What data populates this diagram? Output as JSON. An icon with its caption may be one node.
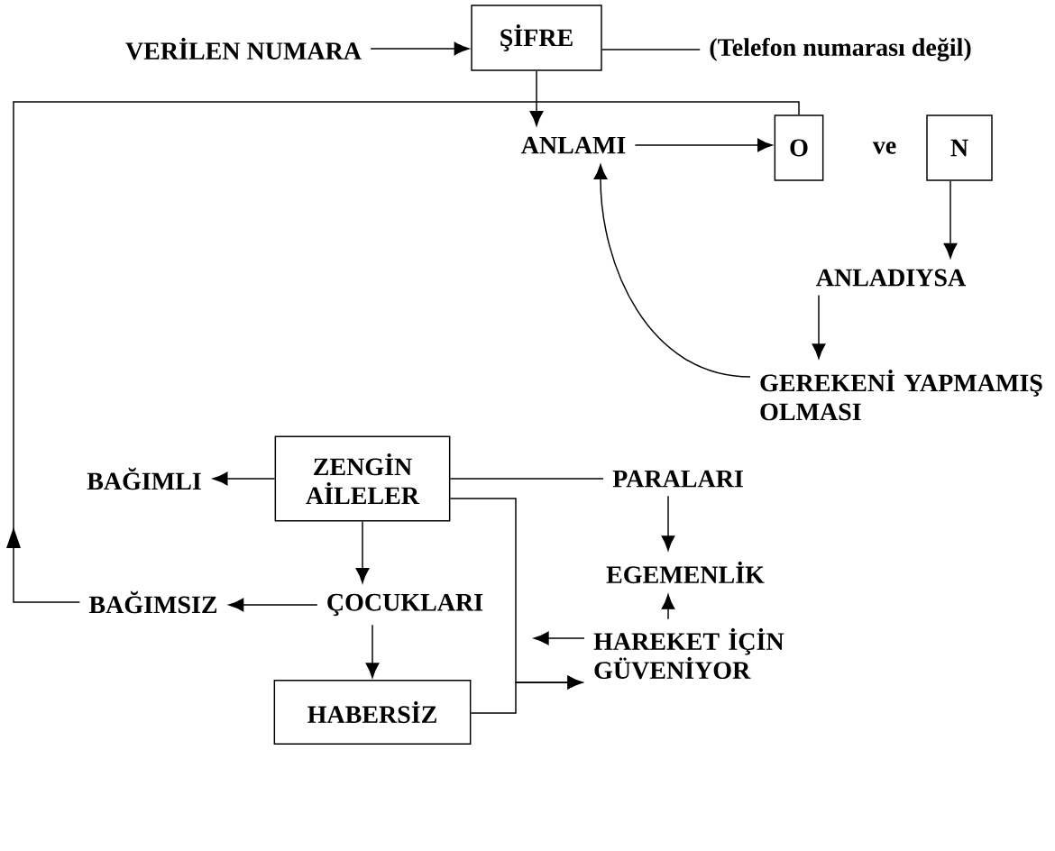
{
  "diagram": {
    "nodes": [
      {
        "text": [
          "VERİLEN NUMARA"
        ]
      },
      {
        "text": [
          "ŞİFRE"
        ]
      },
      {
        "text": [
          "(Telefon numarası değil)"
        ]
      },
      {
        "text": [
          "ANLAMI"
        ]
      },
      {
        "text": [
          "O"
        ]
      },
      {
        "text": [
          "N"
        ]
      },
      {
        "text": [
          "ANLADIYSA"
        ]
      },
      {
        "text": [
          "GEREKENİ YAPMAMIŞ OLMASI"
        ]
      },
      {
        "text": [
          "ZENGİN AİLELER"
        ]
      },
      {
        "text": [
          "BAĞIMLI"
        ]
      },
      {
        "text": [
          "PARALARI"
        ]
      },
      {
        "text": [
          "ÇOCUKLARI"
        ]
      },
      {
        "text": [
          "BAĞIMSIZ"
        ]
      },
      {
        "text": [
          "EGEMENLİK"
        ]
      },
      {
        "text": [
          "HAREKET İÇİN GÜVENİYOR"
        ]
      },
      {
        "text": [
          "HABERSİZ"
        ]
      }
    ],
    "edges": [
      {
        "from": 0,
        "to": 1,
        "arrow": "to"
      },
      {
        "from": 1,
        "to": 2,
        "arrow": "none"
      },
      {
        "from": 1,
        "to": 3,
        "arrow": "to"
      },
      {
        "from": 3,
        "to": 4,
        "arrow": "to"
      },
      {
        "from": 5,
        "to": 6,
        "arrow": "to"
      },
      {
        "from": 6,
        "to": 7,
        "arrow": "to"
      },
      {
        "from": 7,
        "to": 3,
        "arrow": "to"
      },
      {
        "from": 12,
        "to": 4,
        "arrow": "to"
      },
      {
        "from": 8,
        "to": 9,
        "arrow": "to"
      },
      {
        "from": 8,
        "to": 10,
        "arrow": "none"
      },
      {
        "from": 8,
        "to": 11,
        "arrow": "to"
      },
      {
        "from": 11,
        "to": 12,
        "arrow": "to"
      },
      {
        "from": 11,
        "to": 15,
        "arrow": "to"
      },
      {
        "from": 10,
        "to": 13,
        "arrow": "to"
      },
      {
        "from": 14,
        "to": 13,
        "arrow": "to"
      },
      {
        "from": 8,
        "to": 14,
        "arrow": "to"
      },
      {
        "from": 15,
        "to": 14,
        "arrow": "to"
      },
      {
        "from": 14,
        "to": null,
        "arrow": "to"
      }
    ],
    "labels": [
      "ve"
    ]
  }
}
